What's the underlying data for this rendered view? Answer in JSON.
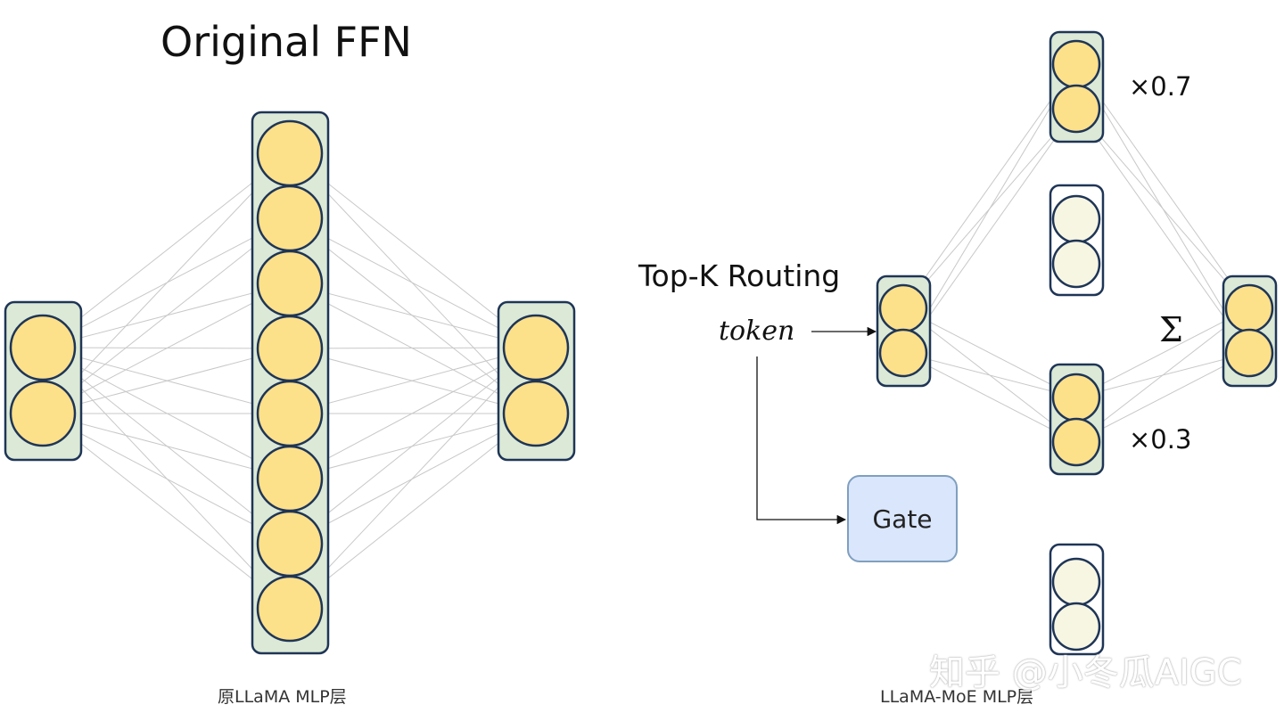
{
  "diagram": {
    "title": "Original FFN",
    "routing_label": "Top-K Routing",
    "token_label": "token",
    "gate_label": "Gate",
    "weight_top": "×0.7",
    "weight_bottom": "×0.3",
    "sum_symbol": "Σ",
    "caption_left": "原LLaMA MLP层",
    "caption_right": "LLaMA-MoE MLP层",
    "watermark": "知乎 @小冬瓜AIGC"
  },
  "colors": {
    "active_node": "#fde08a",
    "inactive_node": "#f7f6e3",
    "node_stroke": "#1f3556",
    "active_box": "#dbe9d6",
    "inactive_box": "#ffffff",
    "box_stroke": "#1f3556",
    "gate_fill": "#dae6fb",
    "edge": "#c8c8c8"
  }
}
